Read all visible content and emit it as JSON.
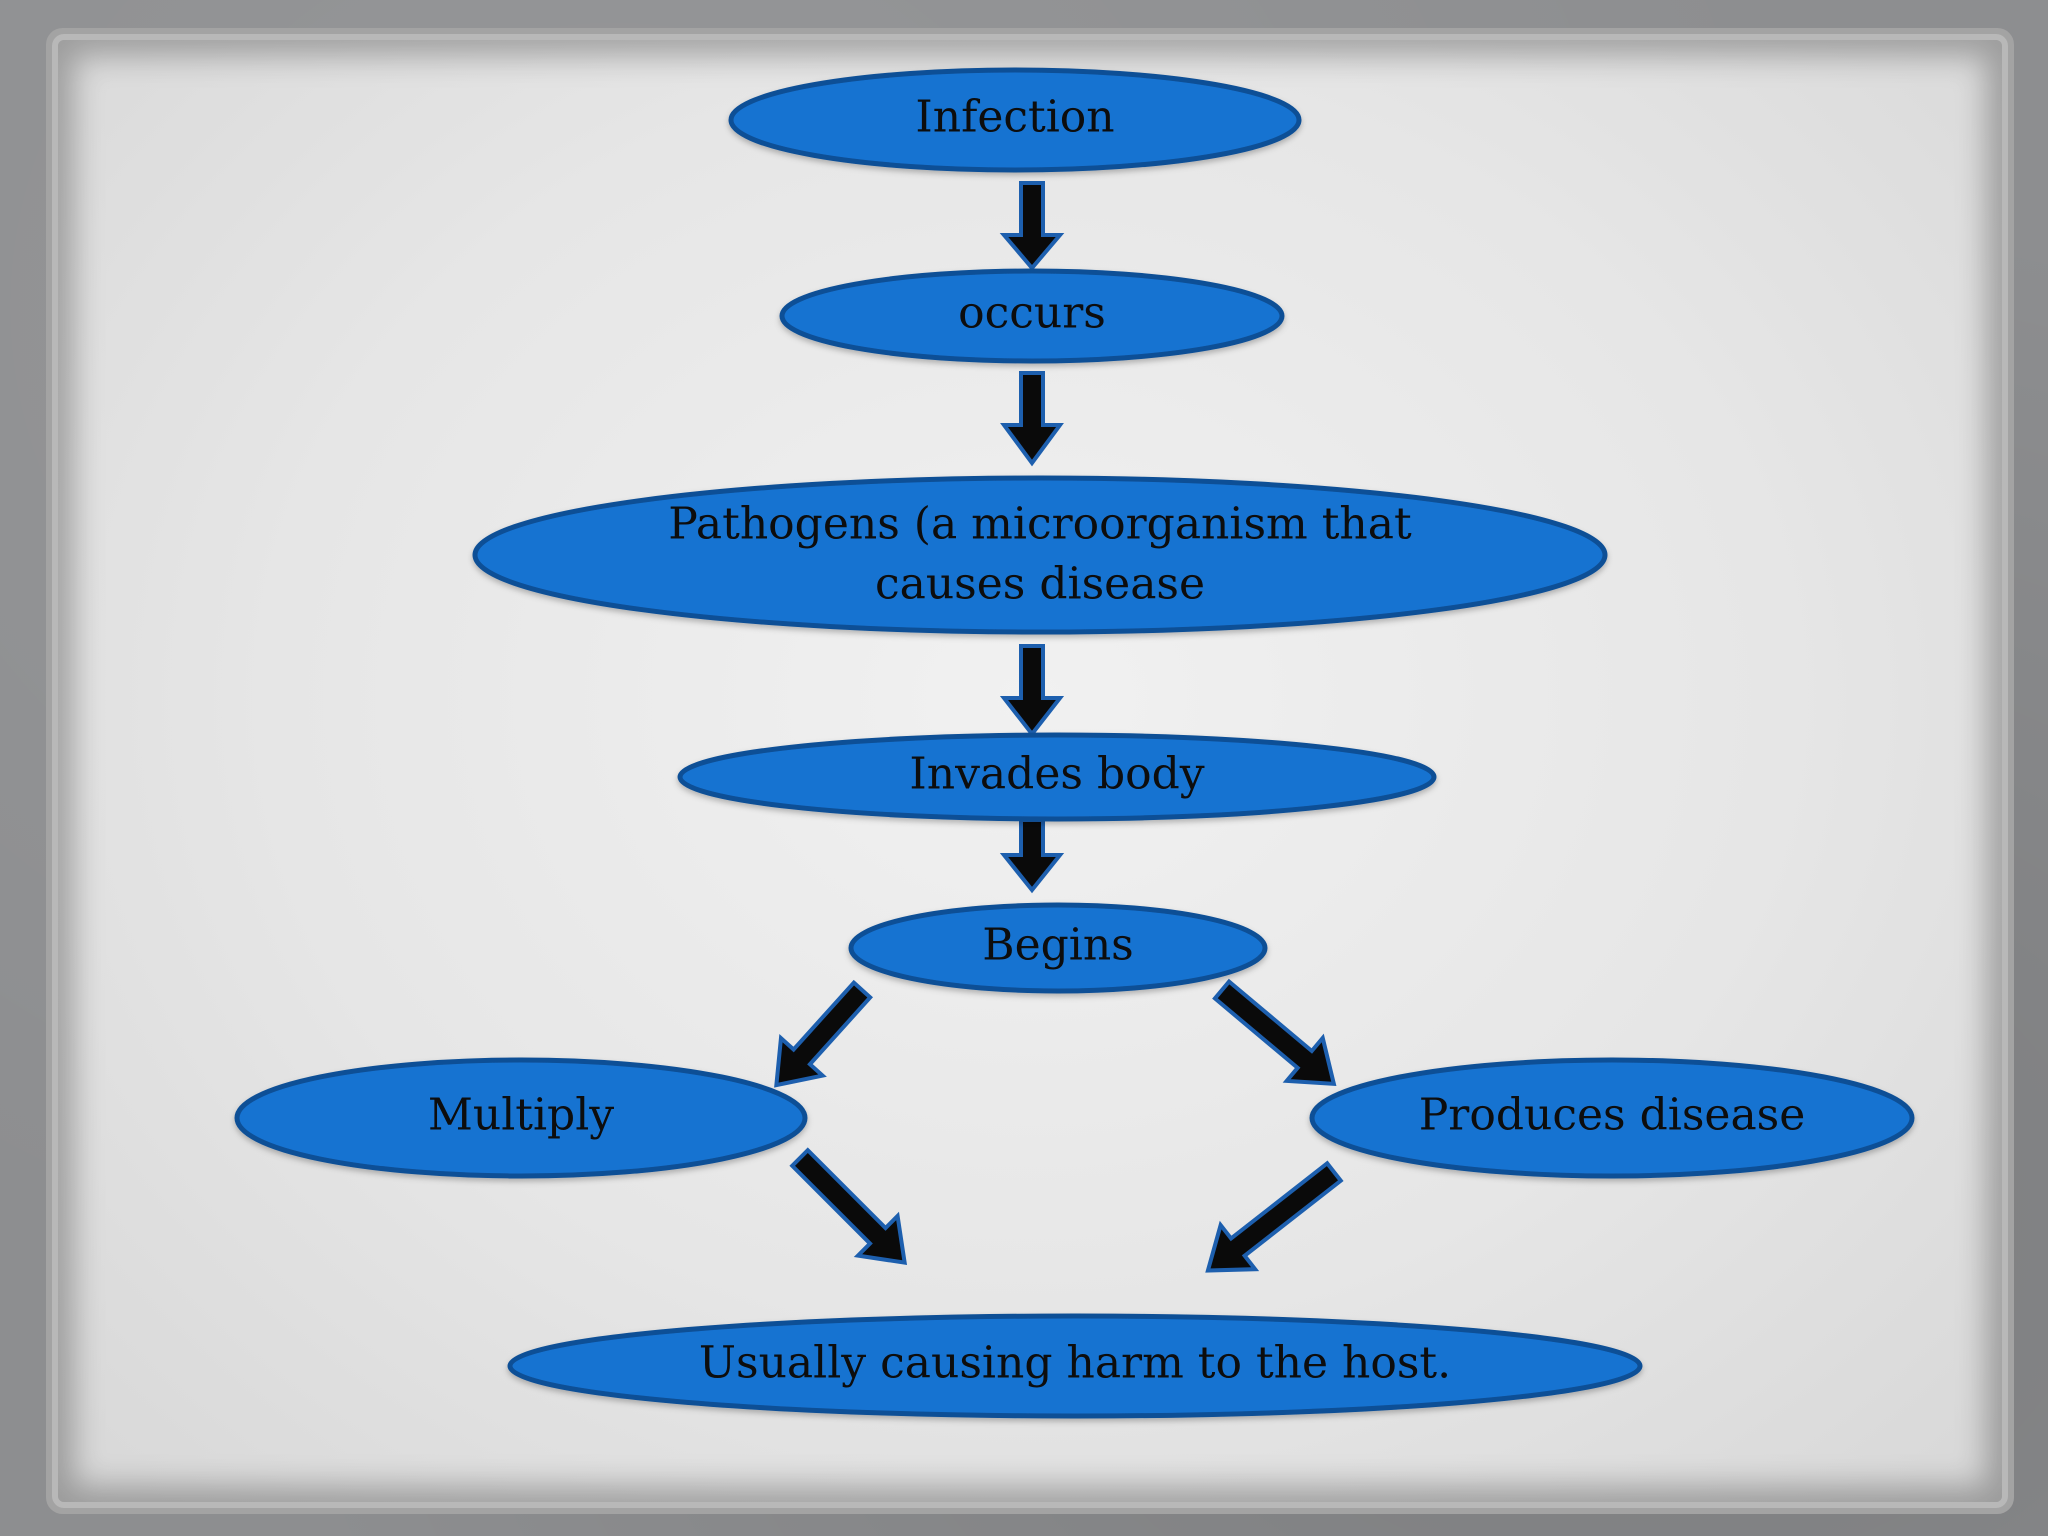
{
  "flowchart": {
    "nodes": {
      "infection": "Infection",
      "occurs": "occurs",
      "pathogens_line1": "Pathogens (a microorganism that",
      "pathogens_line2": "causes disease",
      "invades_body": "Invades body",
      "begins": "Begins",
      "multiply": "Multiply",
      "produces_disease": "Produces disease",
      "harm": "Usually causing harm to the host."
    },
    "edges": [
      [
        "infection",
        "occurs"
      ],
      [
        "occurs",
        "pathogens"
      ],
      [
        "pathogens",
        "invades_body"
      ],
      [
        "invades_body",
        "begins"
      ],
      [
        "begins",
        "multiply"
      ],
      [
        "begins",
        "produces_disease"
      ],
      [
        "multiply",
        "harm"
      ],
      [
        "produces_disease",
        "harm"
      ]
    ]
  },
  "colors": {
    "node_fill": "#1673d1",
    "node_stroke": "#0e4f96",
    "arrow_fill": "#0a0a0a",
    "arrow_stroke": "#1d5fae"
  }
}
